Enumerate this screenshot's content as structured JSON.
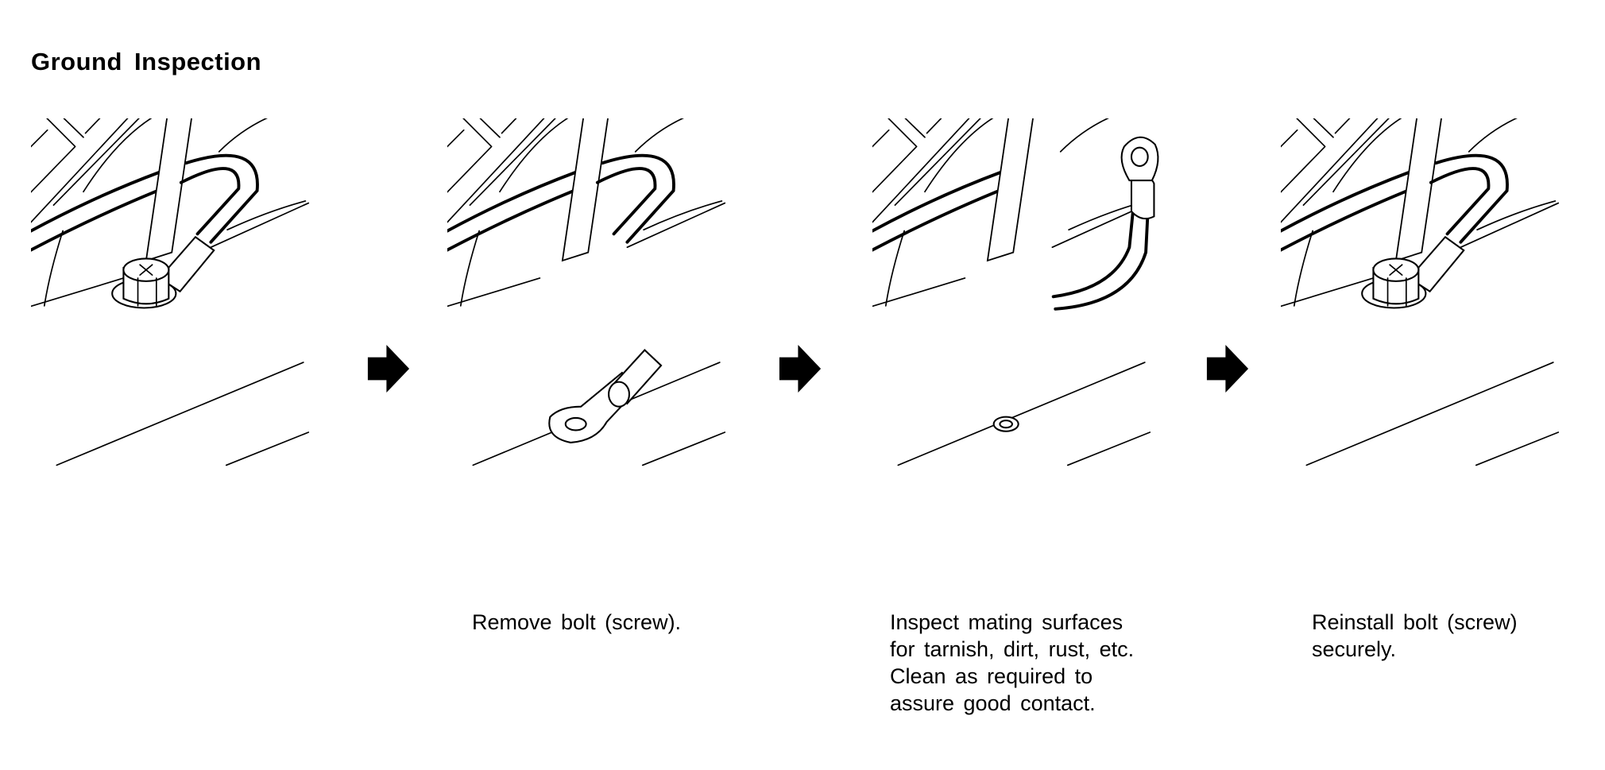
{
  "title": "Ground Inspection",
  "steps": [
    {
      "illustration": "ground-bolt-installed",
      "caption": []
    },
    {
      "illustration": "bolt-removed-ring-terminal",
      "caption": [
        "Remove bolt (screw)."
      ]
    },
    {
      "illustration": "terminal-lifted-mating-surface",
      "caption": [
        "Inspect mating surfaces",
        "for tarnish, dirt, rust, etc.",
        "Clean as required to",
        "assure good contact."
      ]
    },
    {
      "illustration": "ground-bolt-reinstalled",
      "caption": [
        "Reinstall bolt (screw)",
        "securely."
      ]
    }
  ],
  "icons": {
    "step_arrow": "arrow-right-icon"
  }
}
